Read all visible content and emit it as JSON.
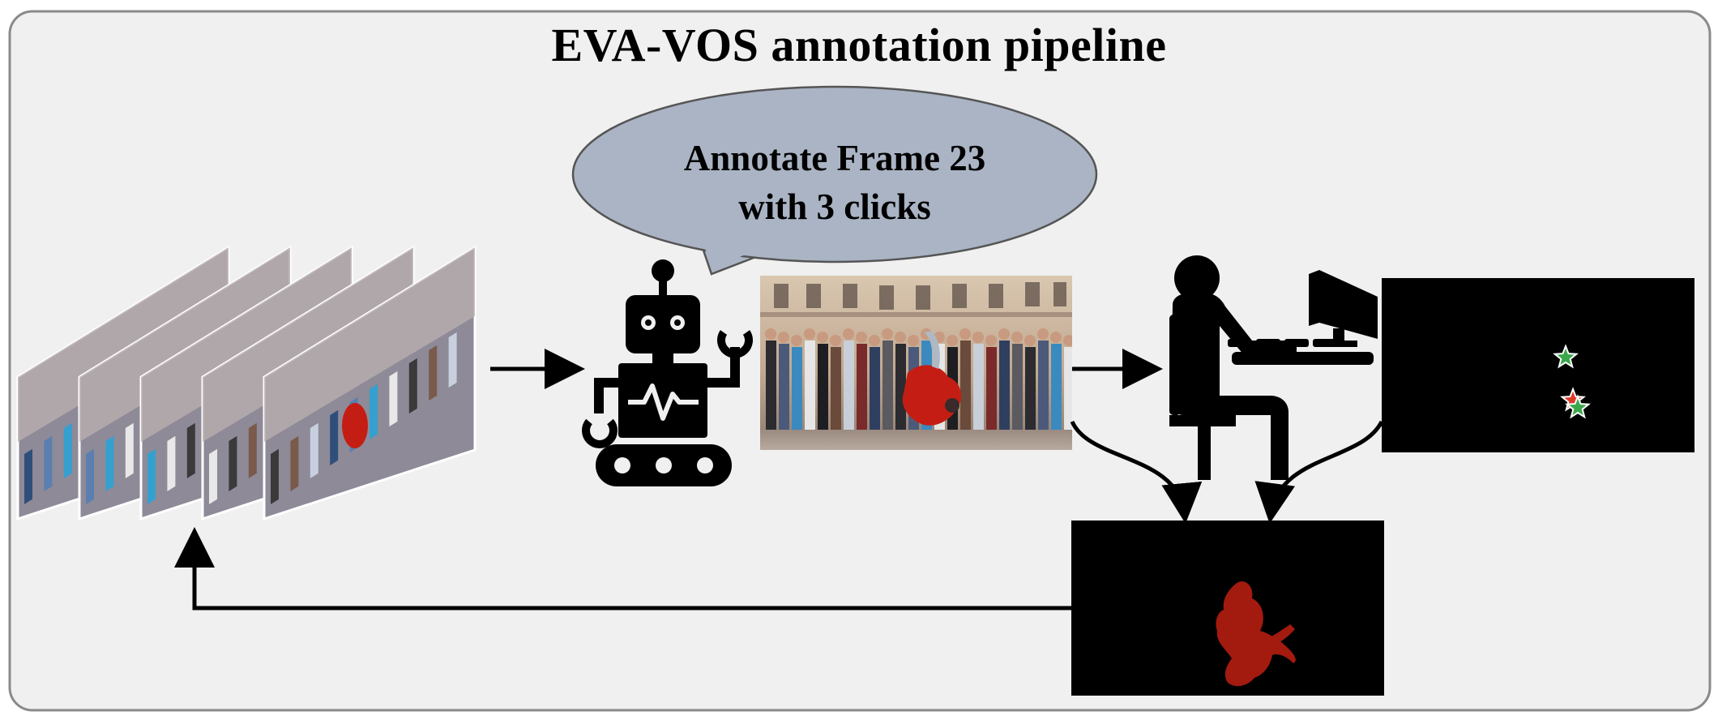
{
  "title": "EVA-VOS annotation pipeline",
  "bubble": {
    "line1": "Annotate Frame 23",
    "line2": "with 3 clicks"
  },
  "colors": {
    "panel_background": "#f0f0f0",
    "panel_border": "#8a8a8a",
    "bubble_fill": "#aab4c4",
    "bubble_stroke": "#555555",
    "mask_red": "#a31a0e",
    "click_green": "#3aa84a",
    "click_red": "#e03a2a",
    "arrow": "#000000"
  },
  "icons": [
    "video-frames-stack",
    "robot-icon",
    "annotator-at-computer-icon"
  ],
  "clicks": [
    {
      "color": "green"
    },
    {
      "color": "red"
    },
    {
      "color": "green"
    }
  ]
}
